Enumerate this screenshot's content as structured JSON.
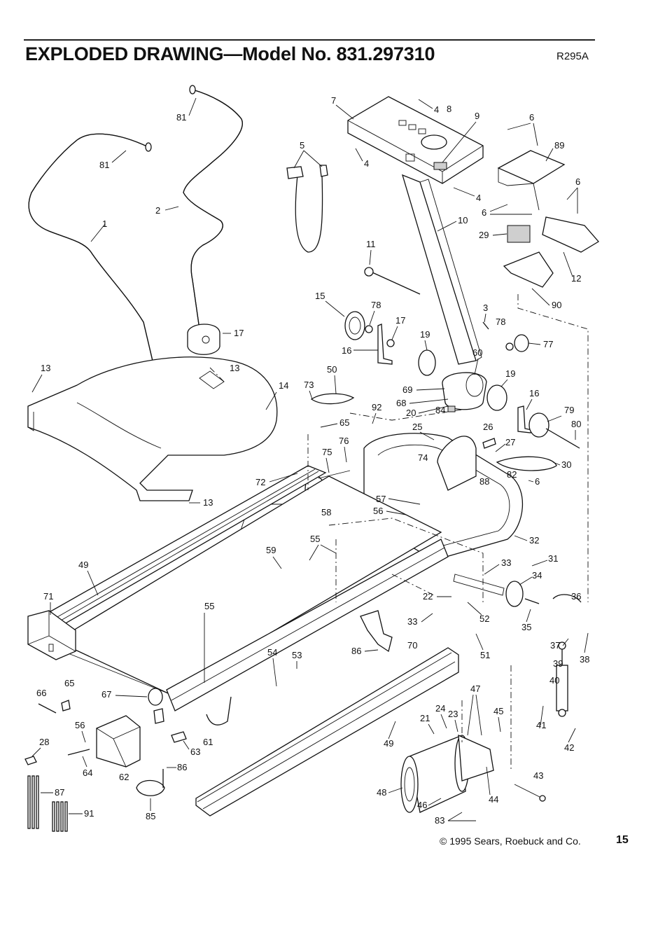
{
  "header": {
    "title": "EXPLODED DRAWING—Model No. 831.297310",
    "code": "R295A"
  },
  "footer": {
    "copyright": "© 1995 Sears, Roebuck and Co.",
    "page_number": "15"
  },
  "part_labels": {
    "p1": "1",
    "p2": "2",
    "p3": "3",
    "p4a": "4",
    "p4b": "4",
    "p4c": "4",
    "p5": "5",
    "p6a": "6",
    "p6b": "6",
    "p6c": "6",
    "p6d": "6",
    "p7": "7",
    "p8": "8",
    "p9": "9",
    "p10": "10",
    "p11": "11",
    "p12": "12",
    "p13a": "13",
    "p13b": "13",
    "p13c": "13",
    "p14": "14",
    "p15": "15",
    "p16a": "16",
    "p16b": "16",
    "p17a": "17",
    "p17b": "17",
    "p19a": "19",
    "p19b": "19",
    "p20": "20",
    "p21": "21",
    "p22": "22",
    "p23": "23",
    "p24": "24",
    "p25": "25",
    "p26": "26",
    "p27": "27",
    "p28": "28",
    "p29": "29",
    "p30": "30",
    "p31": "31",
    "p32": "32",
    "p33a": "33",
    "p33b": "33",
    "p34": "34",
    "p35": "35",
    "p36": "36",
    "p37": "37",
    "p38": "38",
    "p39": "39",
    "p40": "40",
    "p41": "41",
    "p42": "42",
    "p43": "43",
    "p44": "44",
    "p45": "45",
    "p46": "46",
    "p47": "47",
    "p48": "48",
    "p49a": "49",
    "p49b": "49",
    "p50": "50",
    "p51": "51",
    "p52": "52",
    "p53": "53",
    "p54": "54",
    "p55a": "55",
    "p55b": "55",
    "p56a": "56",
    "p56b": "56",
    "p57": "57",
    "p58": "58",
    "p59": "59",
    "p60": "60",
    "p61": "61",
    "p62": "62",
    "p63": "63",
    "p64": "64",
    "p65a": "65",
    "p65b": "65",
    "p66": "66",
    "p67": "67",
    "p68": "68",
    "p69": "69",
    "p70": "70",
    "p71": "71",
    "p72": "72",
    "p73": "73",
    "p74": "74",
    "p75": "75",
    "p76": "76",
    "p77": "77",
    "p78a": "78",
    "p78b": "78",
    "p79": "79",
    "p80": "80",
    "p81a": "81",
    "p81b": "81",
    "p82": "82",
    "p83": "83",
    "p84": "84",
    "p85": "85",
    "p86a": "86",
    "p86b": "86",
    "p87": "87",
    "p88": "88",
    "p89": "89",
    "p90": "90",
    "p91": "91",
    "p92": "92"
  }
}
